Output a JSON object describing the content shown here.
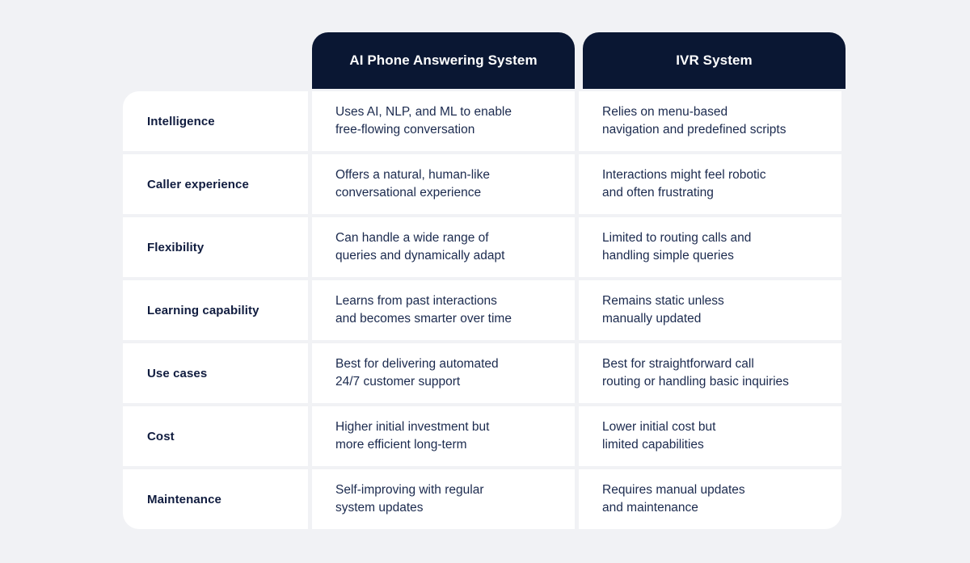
{
  "table": {
    "headers": [
      {
        "label": "AI Phone Answering System"
      },
      {
        "label": "IVR System"
      }
    ],
    "rows": [
      {
        "label": "Intelligence",
        "ai": {
          "line1": "Uses AI, NLP, and ML to enable",
          "line2": "free-flowing conversation"
        },
        "ivr": {
          "line1": "Relies on menu-based",
          "line2": "navigation and predefined scripts"
        }
      },
      {
        "label": "Caller experience",
        "ai": {
          "line1": "Offers a natural, human-like",
          "line2": "conversational experience"
        },
        "ivr": {
          "line1": "Interactions might feel robotic",
          "line2": "and often frustrating"
        }
      },
      {
        "label": "Flexibility",
        "ai": {
          "line1": "Can handle a wide range of",
          "line2": "queries and dynamically adapt"
        },
        "ivr": {
          "line1": "Limited to routing calls and",
          "line2": "handling simple queries"
        }
      },
      {
        "label": "Learning capability",
        "ai": {
          "line1": "Learns from past interactions",
          "line2": "and becomes smarter over time"
        },
        "ivr": {
          "line1": "Remains static unless",
          "line2": "manually updated"
        }
      },
      {
        "label": "Use cases",
        "ai": {
          "line1": "Best for delivering automated",
          "line2": "24/7 customer support"
        },
        "ivr": {
          "line1": "Best for straightforward call",
          "line2": "routing or handling basic inquiries"
        }
      },
      {
        "label": "Cost",
        "ai": {
          "line1": "Higher initial investment but",
          "line2": "more efficient long-term"
        },
        "ivr": {
          "line1": "Lower initial cost but",
          "line2": "limited capabilities"
        }
      },
      {
        "label": "Maintenance",
        "ai": {
          "line1": "Self-improving with regular",
          "line2": "system updates"
        },
        "ivr": {
          "line1": "Requires manual updates",
          "line2": "and maintenance"
        }
      }
    ]
  },
  "colors": {
    "page_background": "#f1f2f5",
    "header_background": "#0a1733",
    "header_text": "#ffffff",
    "cell_background": "#ffffff",
    "label_text": "#101c3f",
    "value_text": "#1b2a4e"
  }
}
